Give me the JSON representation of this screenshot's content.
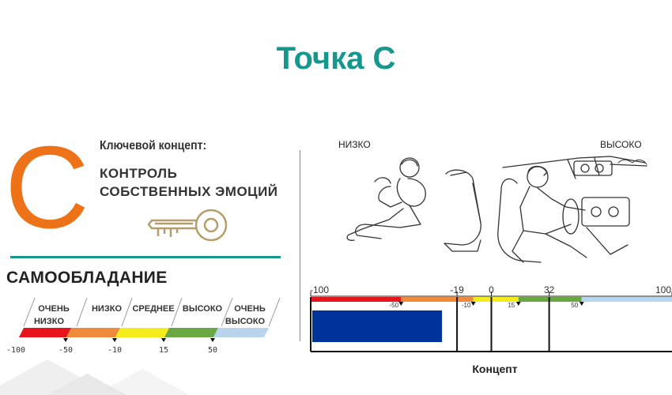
{
  "title": "Точка С",
  "big_letter": "С",
  "key_concept_label": "Ключевой концепт:",
  "concept_name_line1": "КОНТРОЛЬ",
  "concept_name_line2": "СОБСТВЕННЫХ ЭМОЦИЙ",
  "skill_title": "САМООБЛАДАНИЕ",
  "left_scale": {
    "segments": [
      {
        "label1": "ОЧЕНЬ",
        "label2": "НИЗКО",
        "color": "#e8141c"
      },
      {
        "label1": "НИЗКО",
        "label2": "",
        "color": "#ef8a3a"
      },
      {
        "label1": "СРЕДНЕЕ",
        "label2": "",
        "color": "#f4ec1b"
      },
      {
        "label1": "ВЫСОКО",
        "label2": "",
        "color": "#6aa843"
      },
      {
        "label1": "ОЧЕНЬ",
        "label2": "ВЫСОКО",
        "color": "#b9d5ed"
      }
    ],
    "ticks": [
      "-100",
      "-50",
      "-10",
      "15",
      "50"
    ]
  },
  "illustration": {
    "low_label": "НИЗКО",
    "high_label": "ВЫСОКО"
  },
  "chart_data": {
    "type": "bar",
    "categories": [
      "Концепт"
    ],
    "values": [
      -19
    ],
    "xlabel": "Концепт",
    "xlim": [
      -100,
      100
    ],
    "top_ticks": [
      -100,
      -19,
      0,
      32,
      100
    ],
    "band_thresholds": [
      -50,
      -10,
      15,
      50
    ],
    "band_colors": [
      "#e8141c",
      "#ef8a3a",
      "#f4ec1b",
      "#6aa843",
      "#b9d5ed"
    ],
    "vertical_lines": [
      -19,
      0,
      32
    ],
    "bar_color": "#003399"
  }
}
